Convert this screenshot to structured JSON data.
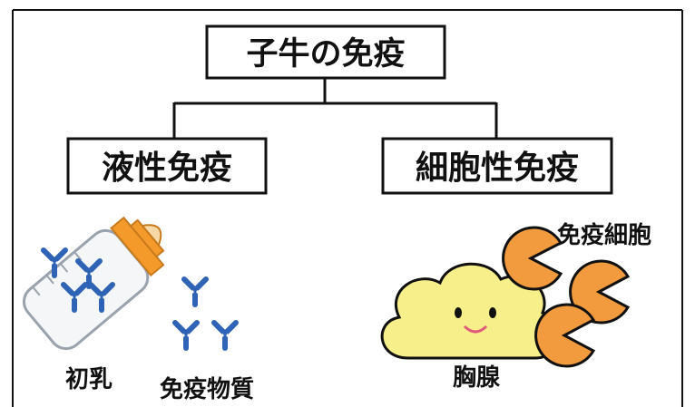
{
  "diagram": {
    "root": "子牛の免疫",
    "branches": [
      {
        "title": "液性免疫",
        "labels": [
          "初乳",
          "免疫物質"
        ]
      },
      {
        "title": "細胞性免疫",
        "labels": [
          "胸腺",
          "免疫細胞"
        ]
      }
    ]
  },
  "colors": {
    "line": "#111111",
    "box_border": "#111111",
    "antibody": "#2f63b5",
    "thymus": "#f7ef8a",
    "immune_cell": "#f29a3e",
    "bottle_cap": "#f39a2a"
  }
}
